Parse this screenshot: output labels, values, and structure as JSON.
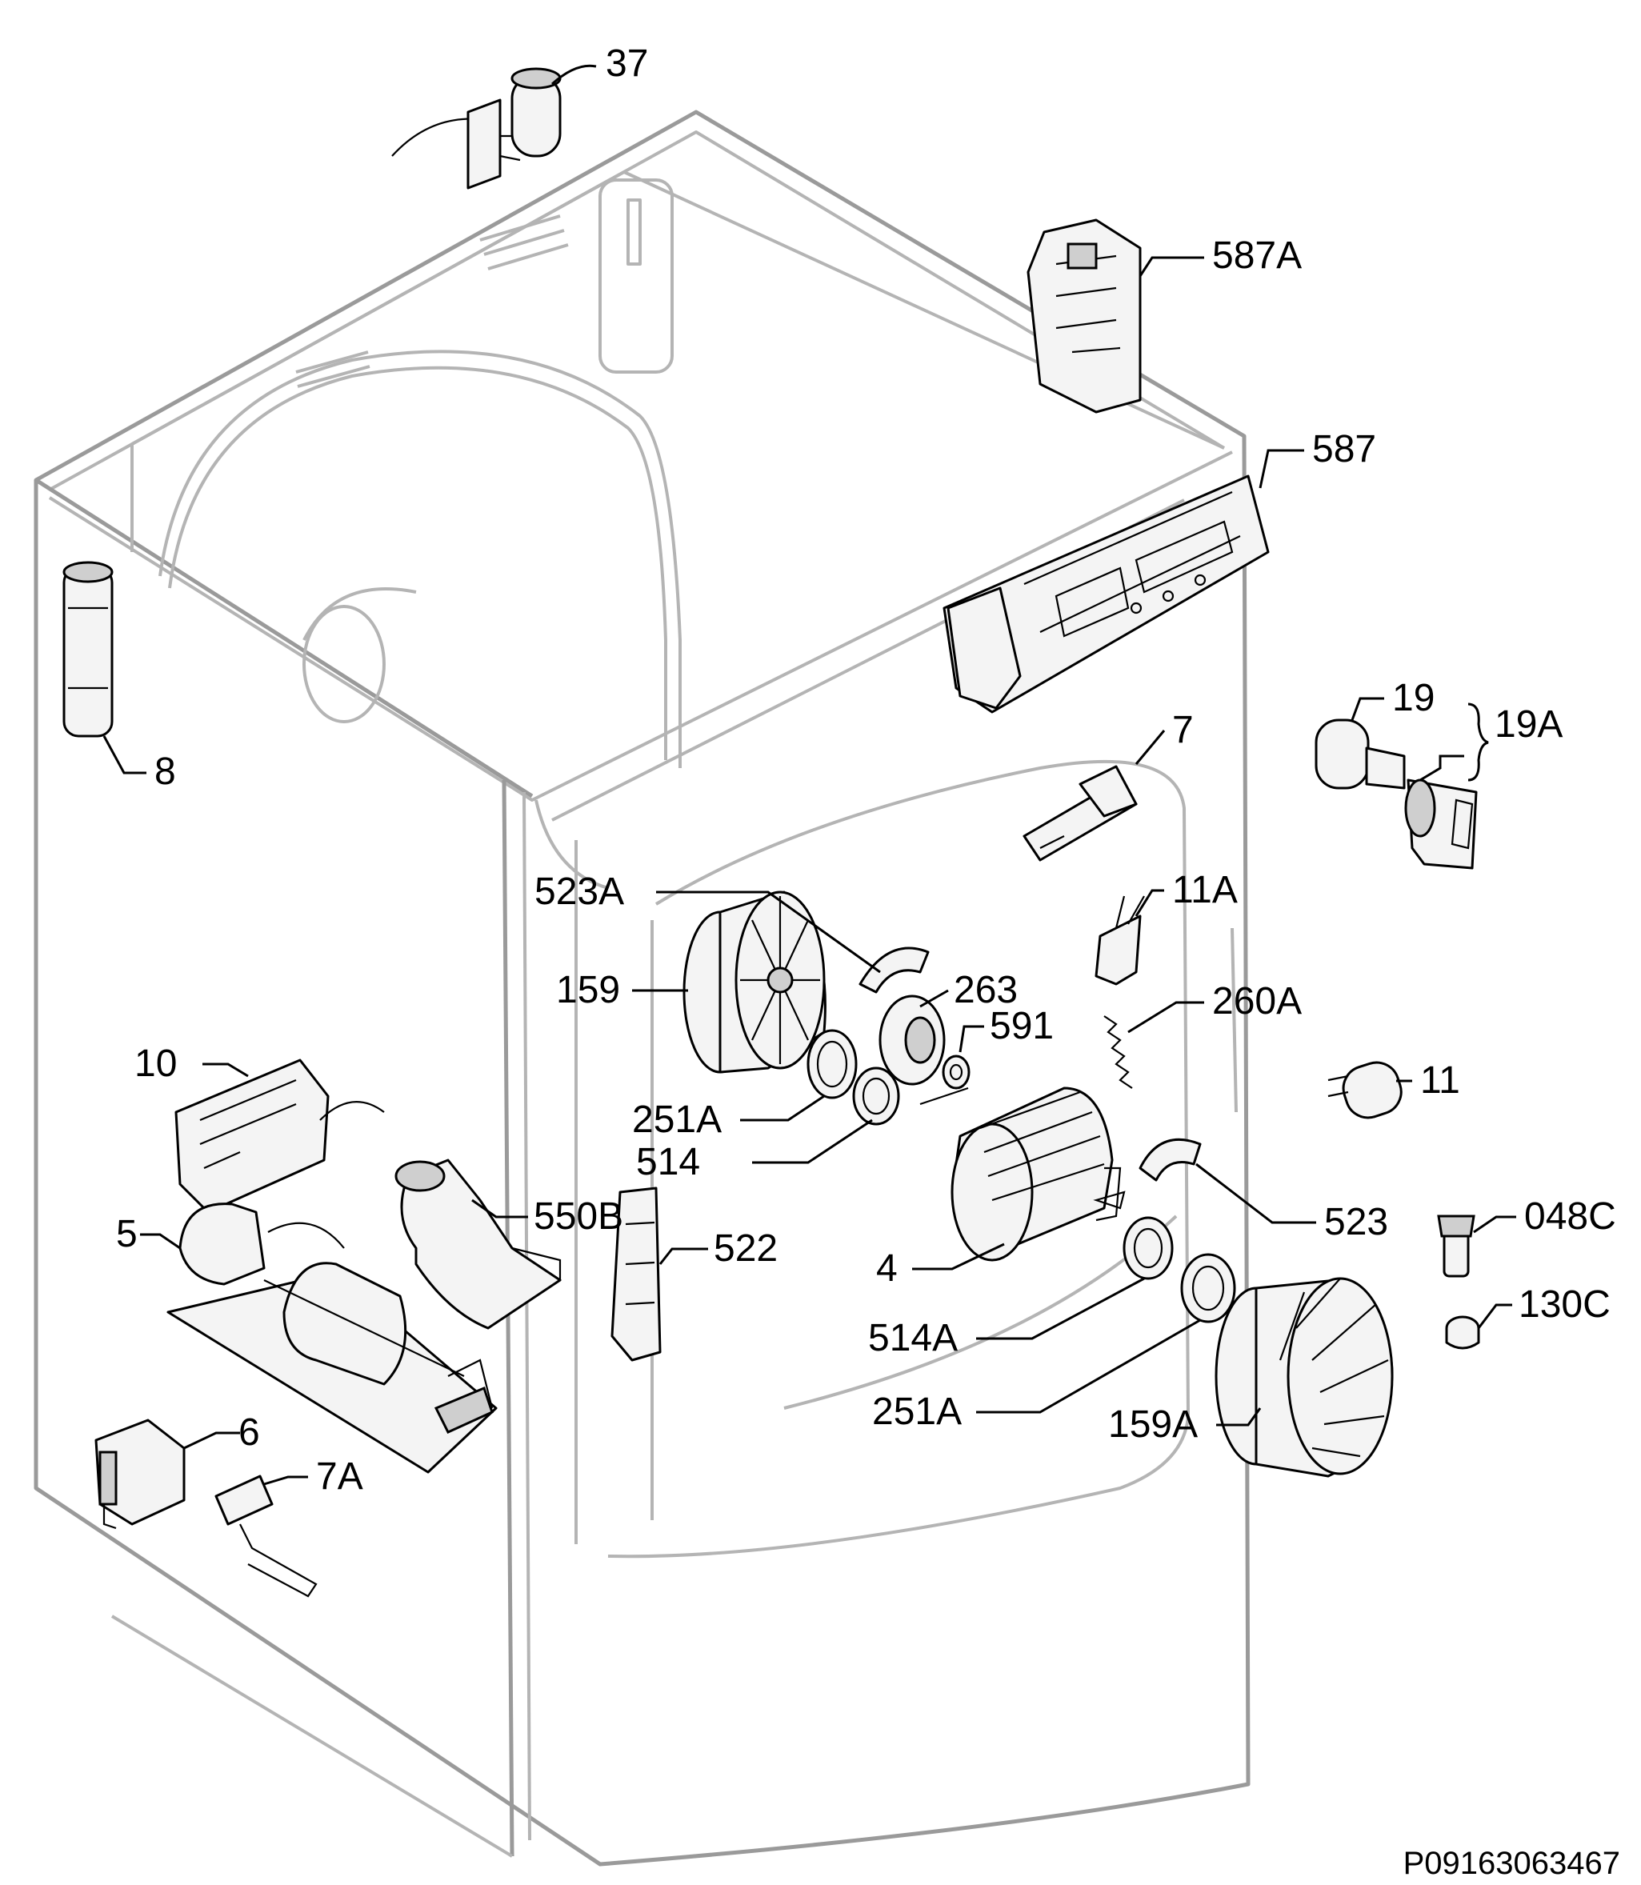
{
  "labels": {
    "l37": "37",
    "l587A": "587A",
    "l587": "587",
    "l8": "8",
    "l19": "19",
    "l19A": "19A",
    "l7": "7",
    "l11A": "11A",
    "l523A": "523A",
    "l159": "159",
    "l263": "263",
    "l591": "591",
    "l260A": "260A",
    "l10": "10",
    "l251A_upper": "251A",
    "l514": "514",
    "l11": "11",
    "l550B": "550B",
    "l523": "523",
    "l5": "5",
    "l522": "522",
    "l048C": "048C",
    "l4": "4",
    "l130C": "130C",
    "l514A": "514A",
    "l251A_lower": "251A",
    "l159A": "159A",
    "l6": "6",
    "l7A": "7A"
  },
  "drawing_code": "P09163063467"
}
